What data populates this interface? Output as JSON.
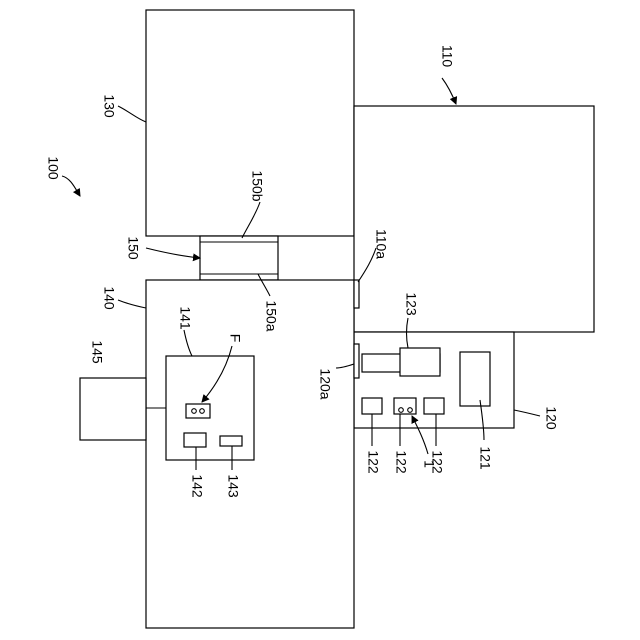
{
  "labels": {
    "system": "100",
    "unit_110": "110",
    "port_110a": "110a",
    "unit_120": "120",
    "port_120a": "120a",
    "part_121": "121",
    "part_122_a": "122",
    "part_122_b": "122",
    "part_122_c": "122",
    "part_123": "123",
    "part_1": "1",
    "unit_130": "130",
    "unit_140": "140",
    "part_141": "141",
    "part_142": "142",
    "part_143": "143",
    "part_145": "145",
    "unit_150": "150",
    "end_150a": "150a",
    "end_150b": "150b",
    "part_F": "F"
  }
}
